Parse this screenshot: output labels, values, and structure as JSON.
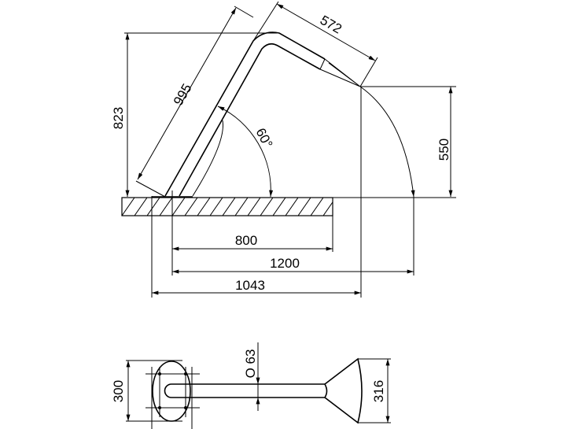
{
  "drawing": {
    "side_view": {
      "length_label": "995",
      "top_length_label": "572",
      "height_label": "823",
      "angle_label": "60°",
      "outlet_height_label": "550",
      "slab_length_label": "800",
      "throw_label": "1200",
      "overall_length_label": "1043"
    },
    "top_view": {
      "base_width_label": "300",
      "tube_diameter_label": "O 63",
      "outlet_width_label": "316"
    },
    "line_color": "#000000"
  }
}
